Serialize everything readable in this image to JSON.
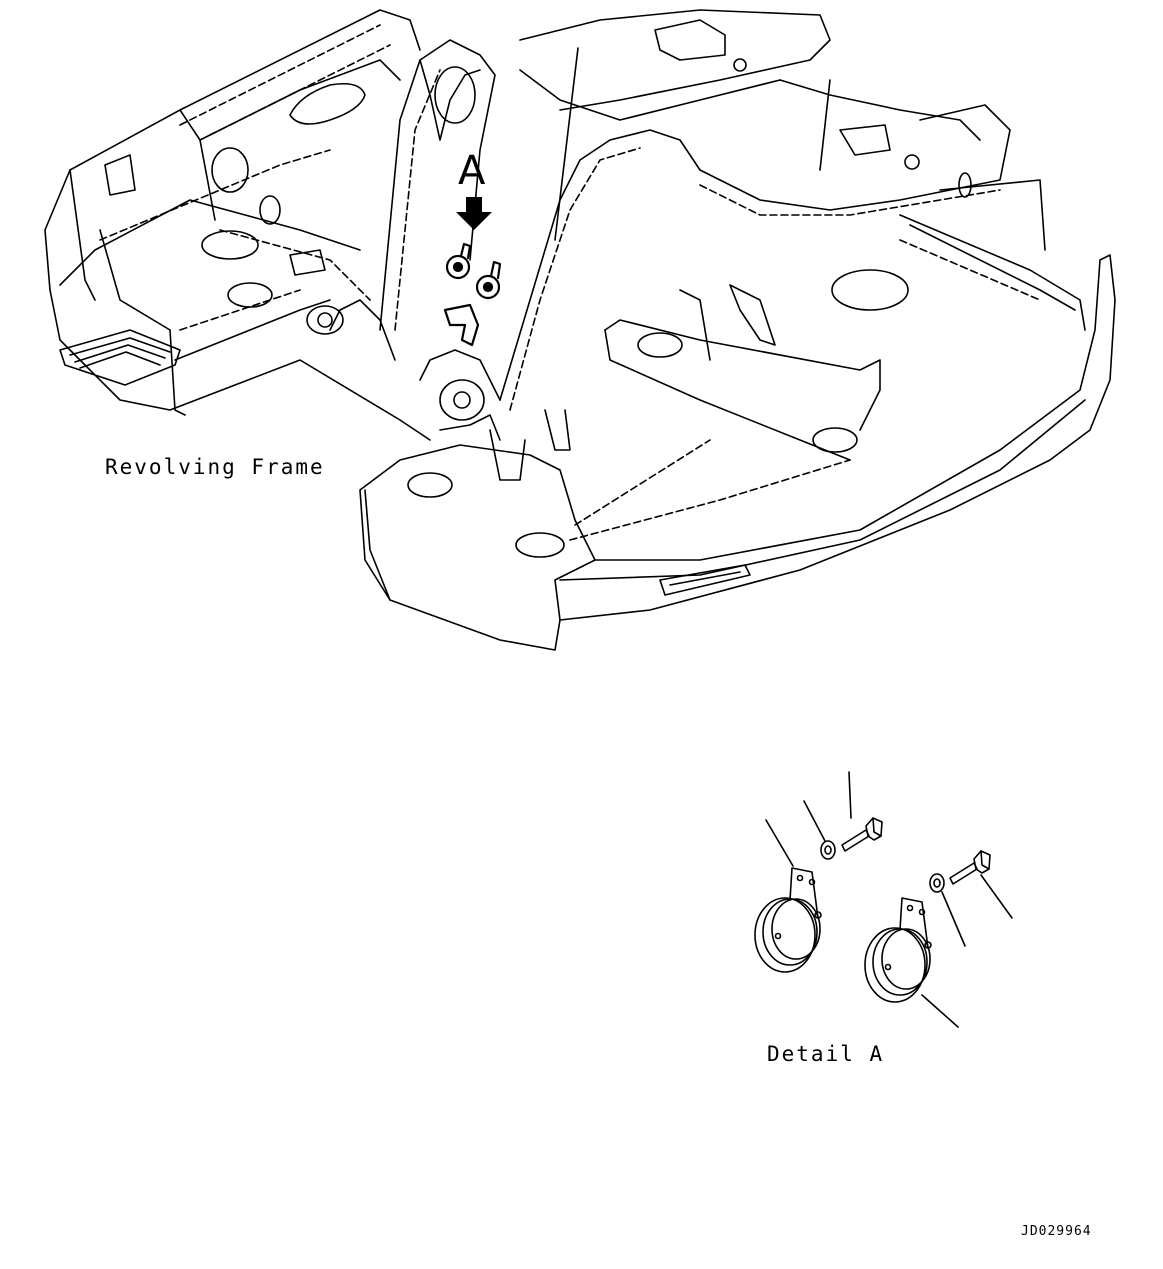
{
  "labels": {
    "view_marker": "A",
    "main_caption": "Revolving Frame",
    "detail_caption": "Detail A",
    "drawing_code": "JD029964"
  },
  "colors": {
    "line": "#000000",
    "background": "#ffffff"
  }
}
